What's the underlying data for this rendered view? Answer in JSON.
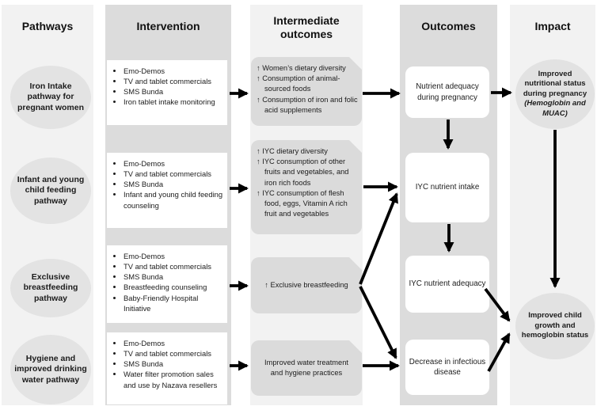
{
  "palette": {
    "band_light": "#f2f2f2",
    "band_dark": "#dcdcdc",
    "bubble_gray": "#dbdbdb",
    "ellipse_gray": "#e3e3e3",
    "box_white": "#ffffff",
    "arrow_black": "#000000"
  },
  "headers": {
    "pathways": "Pathways",
    "intervention": "Intervention",
    "intermediate": "Intermediate outcomes",
    "outcomes": "Outcomes",
    "impact": "Impact"
  },
  "pathways": [
    {
      "label": "Iron Intake pathway for pregnant women"
    },
    {
      "label": "Infant and young child feeding pathway"
    },
    {
      "label": "Exclusive breastfeeding pathway"
    },
    {
      "label": "Hygiene and improved drinking water pathway"
    }
  ],
  "interventions": [
    {
      "items": [
        "Emo-Demos",
        "TV and tablet commercials",
        "SMS Bunda",
        "Iron tablet intake monitoring"
      ]
    },
    {
      "items": [
        "Emo-Demos",
        "TV and tablet commercials",
        "SMS Bunda",
        "Infant and young child feeding counseling"
      ]
    },
    {
      "items": [
        "Emo-Demos",
        "TV and tablet commercials",
        "SMS Bunda",
        "Breastfeeding counseling",
        "Baby-Friendly Hospital Initiative"
      ]
    },
    {
      "items": [
        "Emo-Demos",
        "TV and tablet commercials",
        "SMS Bunda",
        "Water filter promotion sales and use by Nazava resellers"
      ]
    }
  ],
  "intermediate_outcomes": [
    {
      "items": [
        "↑ Women’s dietary diversity",
        "↑ Consumption of animal-sourced foods",
        "↑ Consumption of iron and folic acid supplements"
      ]
    },
    {
      "items": [
        "↑ IYC dietary diversity",
        "↑ IYC consumption of other fruits and vegetables, and iron rich foods",
        "↑ IYC consumption of flesh food, eggs, Vitamin A rich fruit and vegetables"
      ]
    },
    {
      "items": [
        "↑ Exclusive breastfeeding"
      ]
    },
    {
      "items": [
        "Improved water treatment and hygiene practices"
      ]
    }
  ],
  "outcomes": [
    {
      "label": "Nutrient adequacy during pregnancy"
    },
    {
      "label": "IYC nutrient intake"
    },
    {
      "label": "IYC nutrient adequacy"
    },
    {
      "label": "Decrease in infectious disease"
    }
  ],
  "impact": [
    {
      "title": "Improved nutritional status during pregnancy",
      "note": "(Hemoglobin and MUAC)"
    },
    {
      "title": "Improved child growth and hemoglobin status"
    }
  ]
}
